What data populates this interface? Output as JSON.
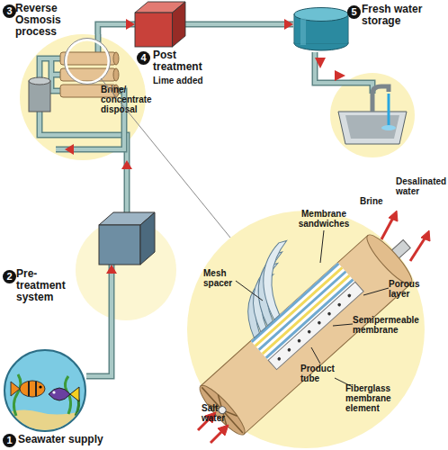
{
  "diagram": {
    "nodes": [
      {
        "text": [
          "Seawater supply"
        ]
      },
      {
        "text": [
          "Pre-treatment system"
        ]
      },
      {
        "text": [
          "Reverse Osmosis process",
          "Brine/ concentrate disposal"
        ]
      },
      {
        "text": [
          "Post treatment",
          "Lime added"
        ]
      },
      {
        "text": [
          "Fresh water storage"
        ]
      }
    ],
    "edges": [
      {
        "from": 0,
        "to": 1,
        "arrow": "to"
      },
      {
        "from": 1,
        "to": 2,
        "arrow": "to"
      },
      {
        "from": 2,
        "to": 3,
        "arrow": "to"
      },
      {
        "from": 3,
        "to": 4,
        "arrow": "to"
      }
    ],
    "labels": [
      "1",
      "2",
      "3",
      "4",
      "5",
      "Membrane sandwiches",
      "Mesh spacer",
      "Porous layer",
      "Semipermeable membrane",
      "Product tube",
      "Fiberglass membrane element",
      "Salt water",
      "Brine",
      "Desalinated water"
    ]
  }
}
